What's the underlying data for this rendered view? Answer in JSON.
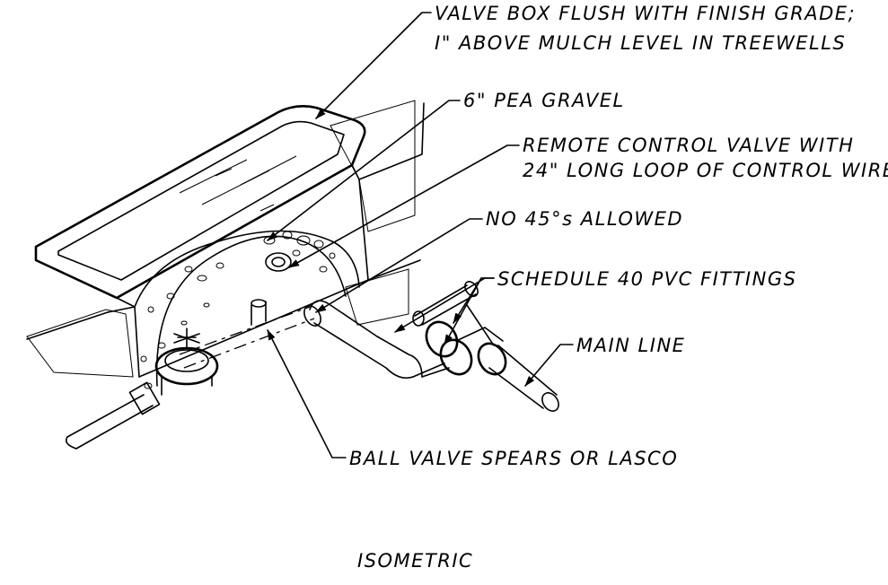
{
  "callouts": {
    "valve_box_line1": "VALVE BOX FLUSH WITH FINISH GRADE;",
    "valve_box_line2": "I\" ABOVE MULCH LEVEL IN TREEWELLS",
    "pea_gravel": "6\" PEA GRAVEL",
    "remote_valve_line1": "REMOTE CONTROL VALVE WITH",
    "remote_valve_line2": "24\" LONG LOOP OF CONTROL WIRE",
    "no_45s": "NO 45°s ALLOWED",
    "pvc_fittings": "SCHEDULE 40 PVC FITTINGS",
    "main_line": "MAIN LINE",
    "ball_valve": "BALL VALVE SPEARS OR LASCO"
  },
  "caption": "ISOMETRIC",
  "colors": {
    "ink": "#000000",
    "paper": "#ffffff"
  }
}
